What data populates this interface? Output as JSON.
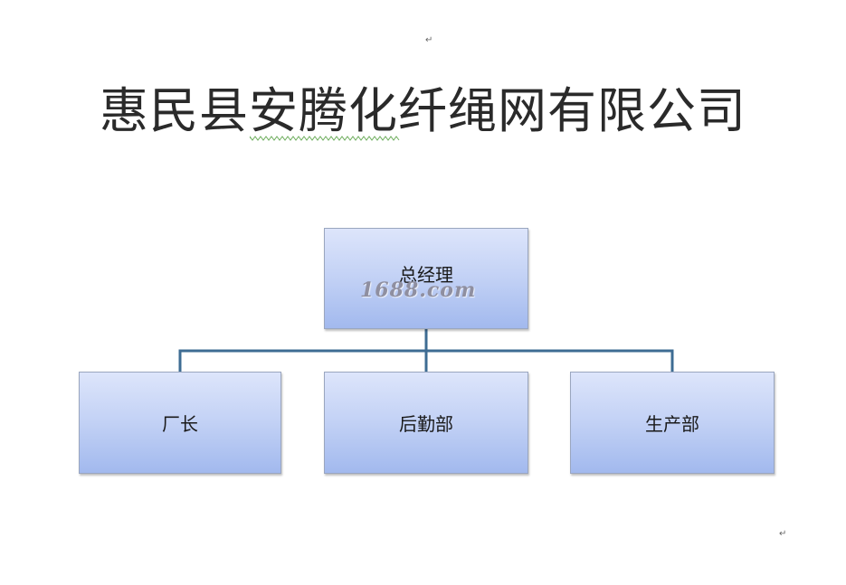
{
  "document": {
    "title": "惠民县安腾化纤绳网有限公司",
    "paragraph_mark": "↵"
  },
  "org_chart": {
    "root": {
      "label": "总经理"
    },
    "children": [
      {
        "label": "厂长"
      },
      {
        "label": "后勤部"
      },
      {
        "label": "生产部"
      }
    ]
  },
  "watermark": {
    "text": "1688.com"
  },
  "colors": {
    "connector": "#3e6c93",
    "node_top": "#dde5fb",
    "node_bottom": "#a2b9ee",
    "title_text": "#2a2a2a",
    "spellcheck_squiggle": "#6fae5e"
  }
}
